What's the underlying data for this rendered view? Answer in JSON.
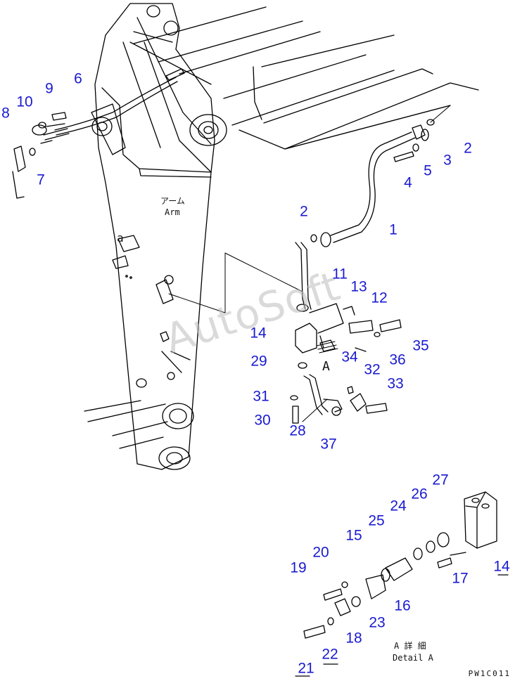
{
  "figure": {
    "arm_label_jp": "アーム",
    "arm_label_en": "Arm",
    "marker_a": "a",
    "view_a_letter": "A",
    "detail_jp": "A 詳 細",
    "detail_en": "Detail A",
    "watermark": "AutoSoft",
    "drawing_code": "PW1C011"
  },
  "callouts": [
    "1",
    "2",
    "2",
    "3",
    "4",
    "5",
    "6",
    "7",
    "8",
    "9",
    "10",
    "11",
    "12",
    "13",
    "14",
    "14",
    "15",
    "16",
    "17",
    "18",
    "19",
    "20",
    "21",
    "22",
    "23",
    "24",
    "25",
    "26",
    "27",
    "28",
    "29",
    "30",
    "31",
    "32",
    "33",
    "34",
    "35",
    "36",
    "37"
  ],
  "colors": {
    "callout": "#1a1ad0",
    "line": "#000000",
    "watermark": "#bdbdbd"
  }
}
